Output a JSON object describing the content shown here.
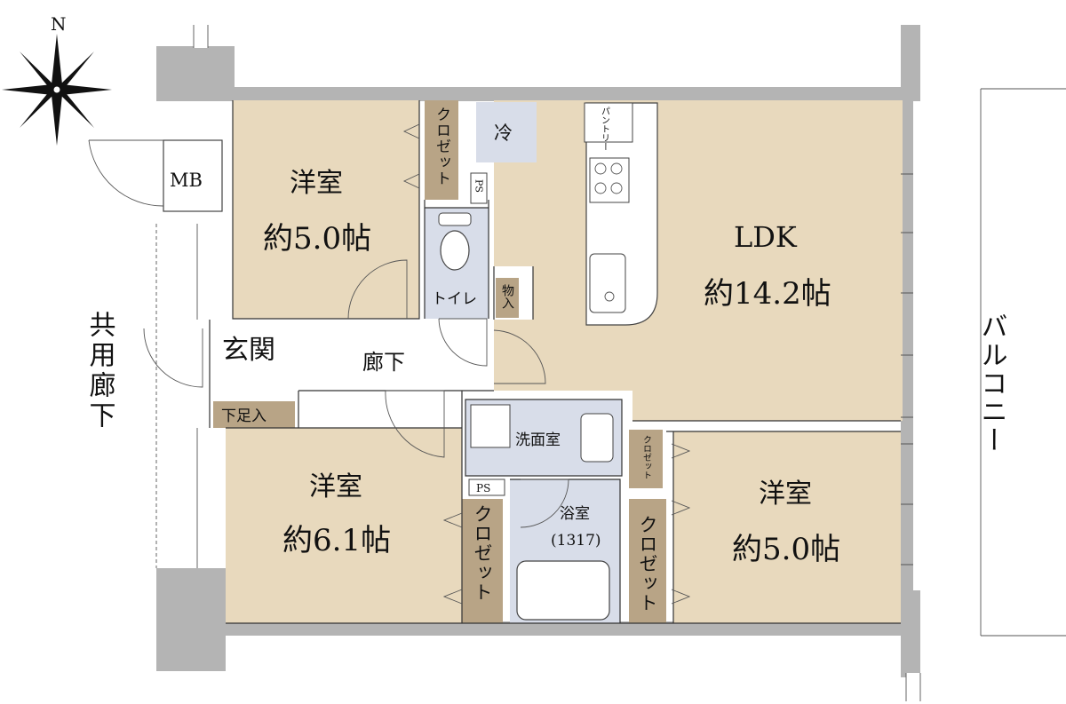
{
  "compass": {
    "north": "N"
  },
  "labels": {
    "mb": "MB",
    "closet_top": "クロゼット",
    "fridge": "冷",
    "ps_top": "PS",
    "pantry": "パントリー",
    "western1_name": "洋室",
    "western1_size": "約5.0帖",
    "toilet": "トイレ",
    "storage": "物入",
    "ldk_name": "LDK",
    "ldk_size": "約14.2帖",
    "common_corridor": "共用廊下",
    "entrance": "玄関",
    "hallway": "廊下",
    "shoe_storage": "下足入",
    "washroom": "洗面室",
    "small_closet": "クロゼット",
    "balcony": "バルコニー",
    "western2_name": "洋室",
    "western2_size": "約6.1帖",
    "ps_bottom": "PS",
    "closet_left": "クロゼット",
    "bath_name": "浴室",
    "bath_size": "(1317)",
    "closet_right": "クロゼット",
    "western3_name": "洋室",
    "western3_size": "約5.0帖"
  },
  "colors": {
    "room_fill": "#e8d9bd",
    "wet_area_fill": "#d8dde9",
    "closet_fill": "#b8a486",
    "wall_fill": "#b4b4b4"
  }
}
